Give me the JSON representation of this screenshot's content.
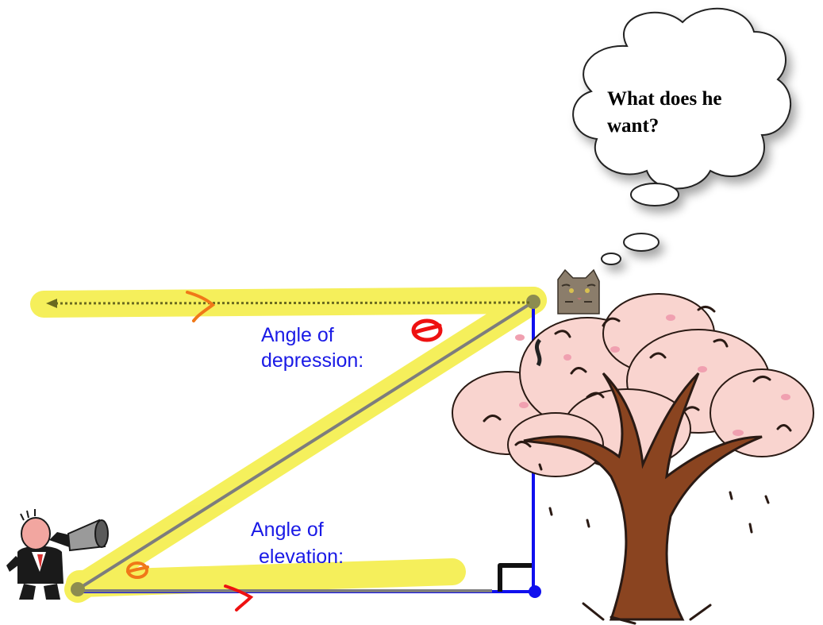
{
  "labels": {
    "depression_line1": "Angle of",
    "depression_line2": "depression:",
    "elevation_line1": "Angle of",
    "elevation_line2": "elevation:"
  },
  "thought_bubble": {
    "line1": "What does he",
    "line2": "want?"
  },
  "icons": [
    "man-with-megaphone-icon",
    "cat-icon",
    "blossom-tree-icon",
    "thought-cloud-icon",
    "right-angle-marker-icon",
    "theta-mark-icon"
  ],
  "colors": {
    "highlight": "#f4ee4a",
    "triangle_blue": "#1010ee",
    "line_gray": "#7d7d7d",
    "pen_red": "#ee1111",
    "pen_orange": "#f07818",
    "label_blue": "#1a1ae6",
    "blossom": "#f9d4cf"
  }
}
